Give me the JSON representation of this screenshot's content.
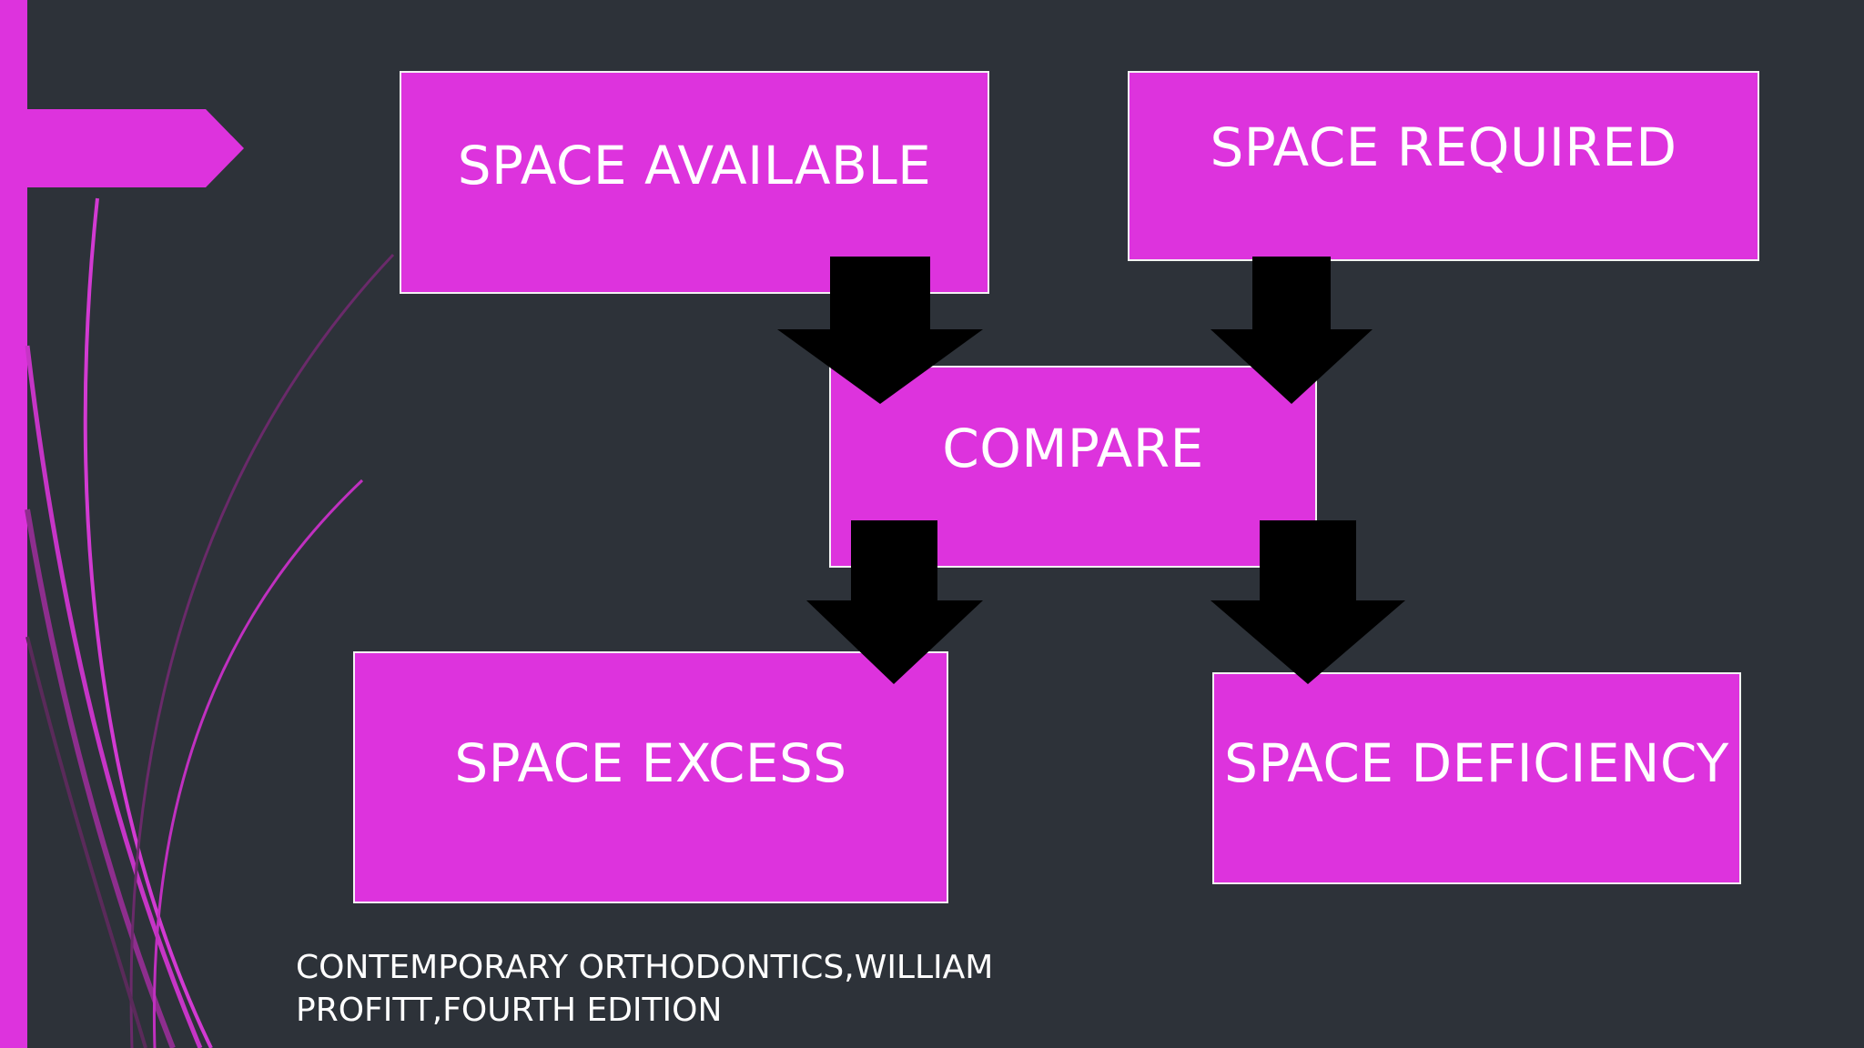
{
  "diagram": {
    "boxes": {
      "space_available": "SPACE AVAILABLE",
      "space_required": "SPACE REQUIRED",
      "compare": "COMPARE",
      "space_excess": "SPACE EXCESS",
      "space_deficiency": "SPACE DEFICIENCY"
    },
    "arrows": [
      {
        "from": "SPACE AVAILABLE",
        "to": "COMPARE",
        "color": "#000000"
      },
      {
        "from": "SPACE REQUIRED",
        "to": "COMPARE",
        "color": "#000000"
      },
      {
        "from": "COMPARE",
        "to": "SPACE EXCESS",
        "color": "#000000"
      },
      {
        "from": "COMPARE",
        "to": "SPACE DEFICIENCY",
        "color": "#000000"
      }
    ]
  },
  "citation": {
    "line1": "CONTEMPORARY ORTHODONTICS,WILLIAM",
    "line2": "PROFITT,FOURTH EDITION"
  },
  "colors": {
    "background": "#2d3239",
    "box_fill": "#dd33dd",
    "box_border": "#f2f2f2",
    "accent": "#dd33dd",
    "arrow": "#000000",
    "text": "#ffffff"
  }
}
